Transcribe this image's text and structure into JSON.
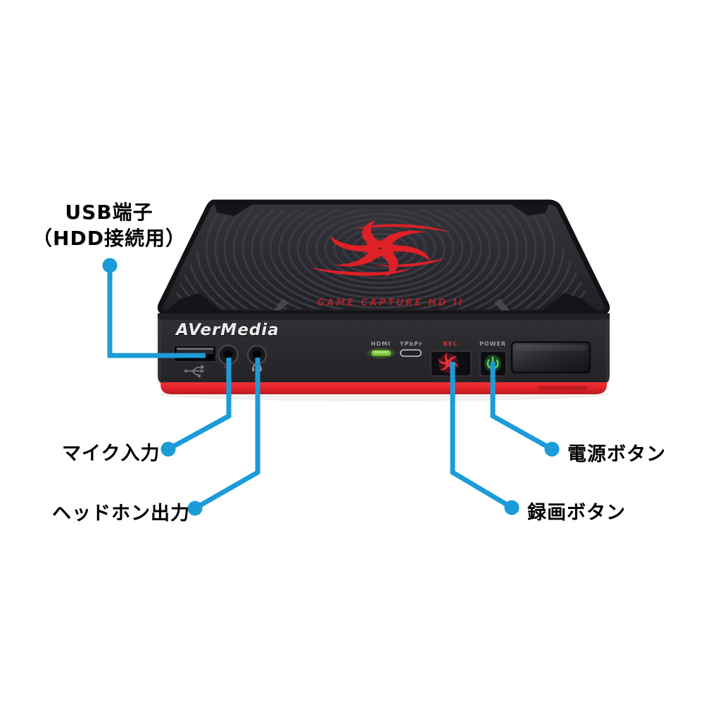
{
  "page": {
    "background": "#ffffff"
  },
  "colors": {
    "accent_blue": "#1B9CD8",
    "device_body_dark": "#2A2A2F",
    "device_red_stripe": "#E32128",
    "logo_red": "#DE2027",
    "hdmi_led_green": "#7DC63F",
    "power_green": "#3FBF4D",
    "annotation_text": "#000000"
  },
  "device": {
    "brand": "AVerMedia",
    "model_text": "GAME CAPTURE HD II",
    "front_labels": {
      "hdmi": "HDMI",
      "ypbpr": "YPbPr",
      "rec": "REC",
      "power": "POWER"
    }
  },
  "annotations": [
    {
      "id": "usb",
      "label_line1": "USB端子",
      "label_line2": "（HDD接続用）",
      "target": "usb-port"
    },
    {
      "id": "mic",
      "label": "マイク入力",
      "target": "mic-jack"
    },
    {
      "id": "headphone",
      "label": "ヘッドホン出力",
      "target": "headphone-jack"
    },
    {
      "id": "power",
      "label": "電源ボタン",
      "target": "power-button"
    },
    {
      "id": "rec",
      "label": "録画ボタン",
      "target": "rec-button"
    }
  ]
}
